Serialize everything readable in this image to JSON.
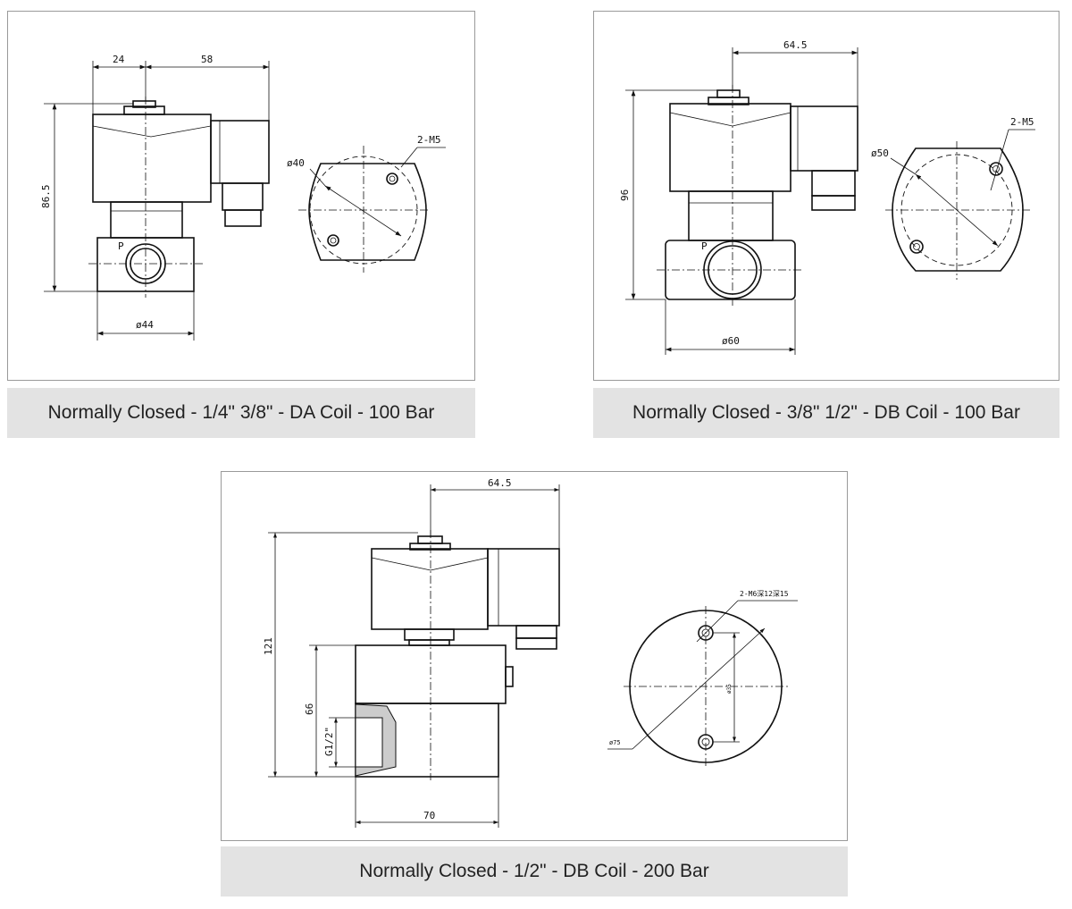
{
  "panels": [
    {
      "caption": "Normally Closed - 1/4\" 3/8\" - DA Coil - 100 Bar",
      "dims": {
        "top_left": "24",
        "top_right": "58",
        "height": "86.5",
        "bottom": "ø44",
        "circle": "ø40",
        "holes": "2-M5",
        "port": "P"
      }
    },
    {
      "caption": "Normally Closed - 3/8\" 1/2\" - DB Coil - 100 Bar",
      "dims": {
        "top": "64.5",
        "height": "96",
        "bottom": "ø60",
        "circle": "ø50",
        "holes": "2-M5",
        "port": "P"
      }
    },
    {
      "caption": "Normally Closed - 1/2\" - DB Coil - 200 Bar",
      "dims": {
        "top": "64.5",
        "height": "121",
        "body_height": "66",
        "thread": "G1/2\"",
        "bottom": "70",
        "circle": "ø75",
        "holes": "2-M6深12深15",
        "pcd": "ø35"
      }
    }
  ]
}
